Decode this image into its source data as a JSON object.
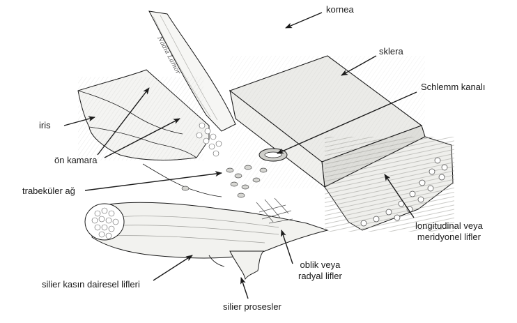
{
  "labels": {
    "kornea": "kornea",
    "sklera": "sklera",
    "schlemm": "Schlemm kanalı",
    "iris": "iris",
    "on_kamara": "ön kamara",
    "trabekuler": "trabeküler ağ",
    "longitudinal_line1": "longitudinal veya",
    "longitudinal_line2": "meridyonel lifler",
    "oblik_line1": "oblik veya",
    "oblik_line2": "radyal lifler",
    "dairesel": "silier kasın dairesel lifleri",
    "prosesler": "silier prosesler"
  },
  "handwriting": {
    "text": "Nadia Lamor"
  },
  "colors": {
    "ink": "#1a1a1a",
    "tissue_fill": "#f3f3f1",
    "sclera_fill": "#e9e9e6",
    "shade": "#c9c9c5"
  }
}
